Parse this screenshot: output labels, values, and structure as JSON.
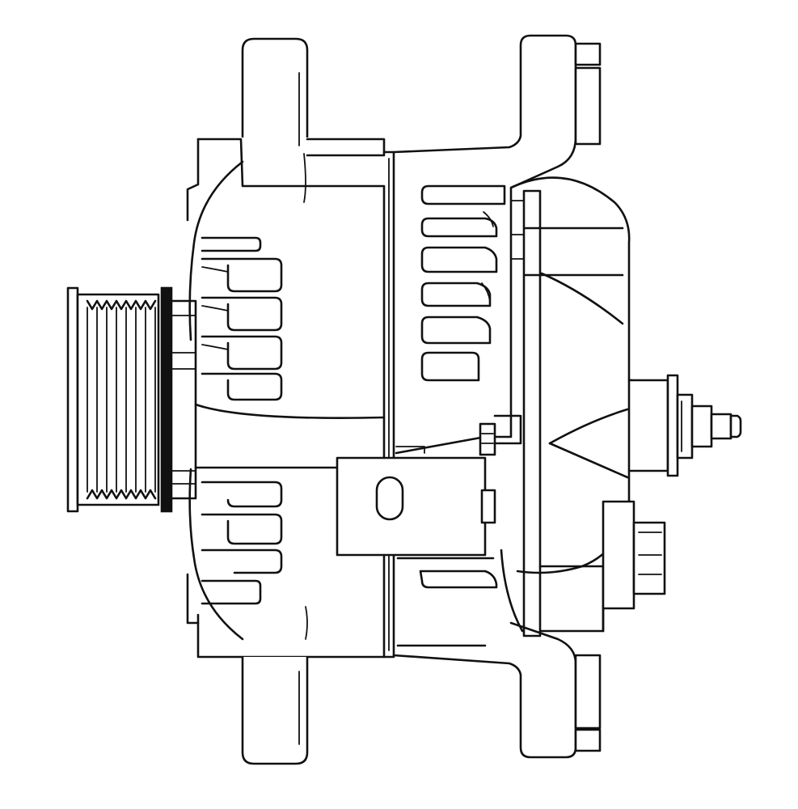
{
  "diagram": {
    "subject": "alternator",
    "style": "line-art",
    "colors": {
      "line": "#111111",
      "background": "#ffffff"
    },
    "parts": [
      {
        "id": "pulley",
        "grooves": 7
      },
      {
        "id": "front-housing",
        "vent_slots": 9
      },
      {
        "id": "rear-housing",
        "vent_slots": 6
      },
      {
        "id": "stator-band"
      },
      {
        "id": "mounting-ear-top"
      },
      {
        "id": "mounting-ear-bottom"
      },
      {
        "id": "mounting-bracket-top"
      },
      {
        "id": "mounting-bracket-bottom"
      },
      {
        "id": "center-mount-tab"
      },
      {
        "id": "rear-cover"
      },
      {
        "id": "battery-terminal-stud"
      },
      {
        "id": "connector-plug"
      }
    ]
  }
}
